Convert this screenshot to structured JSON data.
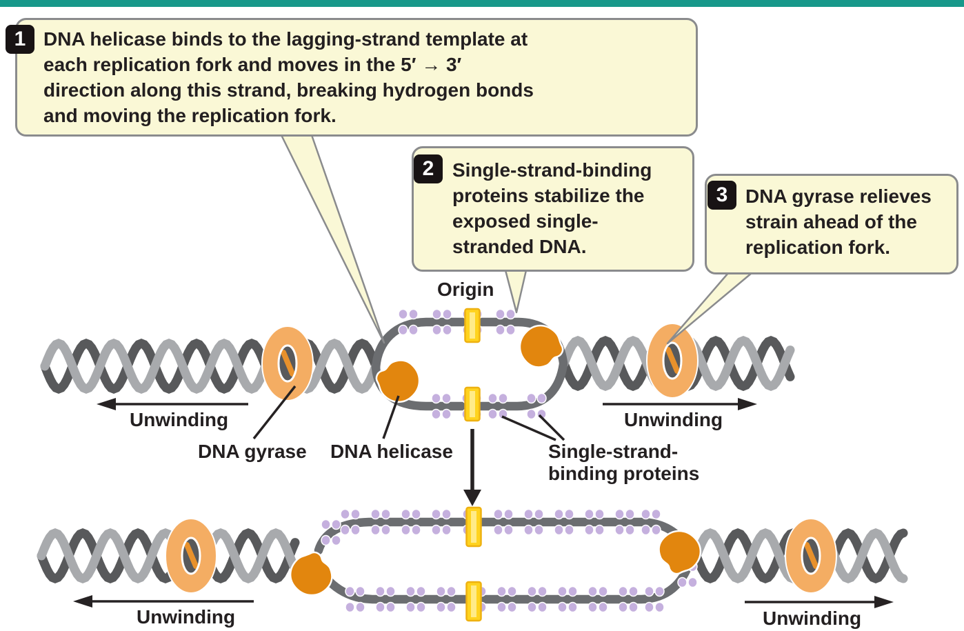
{
  "callouts": [
    {
      "number": "1",
      "lines": [
        "DNA helicase binds to the lagging-strand template at",
        "each replication fork and moves in the 5′ → 3′",
        "direction along this strand, breaking hydrogen bonds",
        "and moving the replication fork."
      ]
    },
    {
      "number": "2",
      "lines": [
        "Single-strand-binding",
        "proteins stabilize the",
        "exposed single-",
        "stranded DNA."
      ]
    },
    {
      "number": "3",
      "lines": [
        "DNA gyrase relieves",
        "strain ahead of the",
        "replication fork."
      ]
    }
  ],
  "labels": {
    "origin": "Origin",
    "unwinding": "Unwinding",
    "dna_gyrase": "DNA gyrase",
    "dna_helicase": "DNA helicase",
    "ssb_line1": "Single-strand-",
    "ssb_line2": "binding proteins"
  },
  "colors": {
    "top_bar": "#17988a",
    "callout_fill": "#faf8d6",
    "callout_border": "#8a8b8d",
    "badge_bg": "#181314",
    "badge_text": "#ffffff",
    "text": "#231f20",
    "helix_dark": "#58595b",
    "helix_light": "#a8aaad",
    "bubble_strand": "#6b6d70",
    "ssb_protein": "#c5b0de",
    "helicase": "#e2860e",
    "gyrase": "#f4ad63",
    "gyrase_slash": "#e8912c",
    "origin_marker": "#ffd31f",
    "origin_marker_border": "#eeb111",
    "arrow": "#262223"
  }
}
